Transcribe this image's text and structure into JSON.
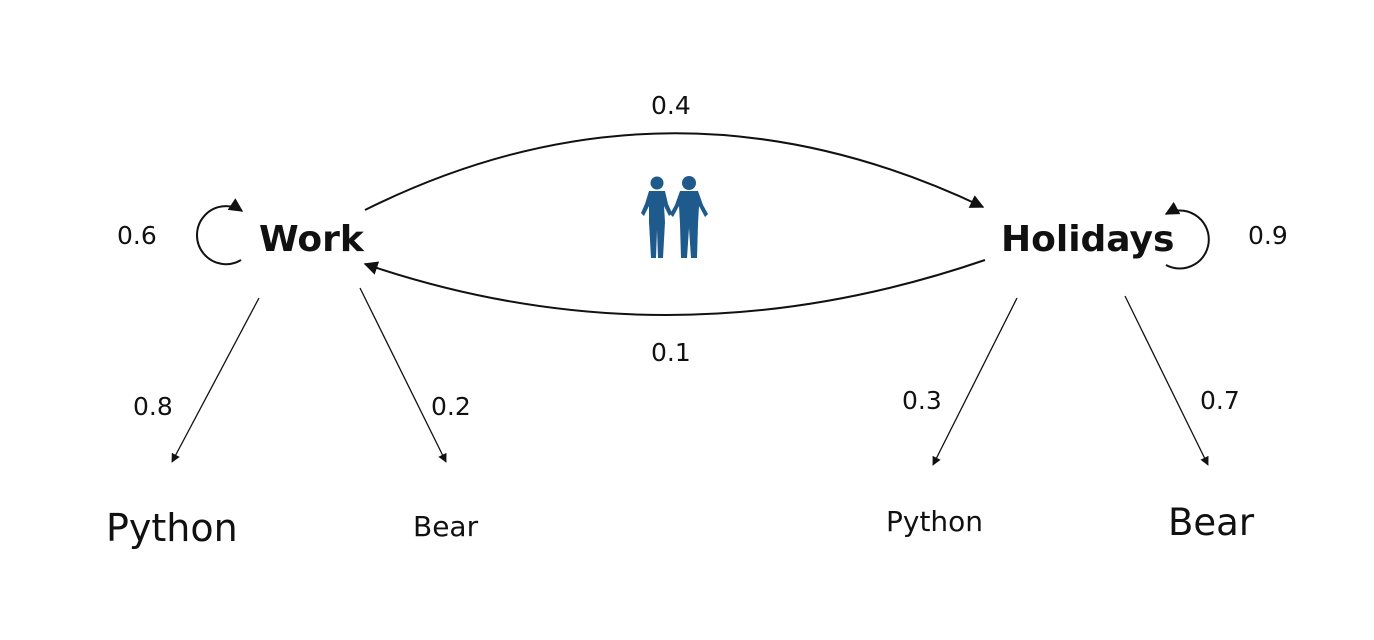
{
  "states": {
    "work": "Work",
    "holidays": "Holidays"
  },
  "transitions": {
    "work_to_holidays": "0.4",
    "holidays_to_work": "0.1",
    "work_to_work": "0.6",
    "holidays_to_holidays": "0.9"
  },
  "emissions": {
    "work_python": "0.8",
    "work_bear": "0.2",
    "holidays_python": "0.3",
    "holidays_bear": "0.7"
  },
  "observations": {
    "work_python": "Python",
    "work_bear": "Bear",
    "holidays_python": "Python",
    "holidays_bear": "Bear"
  },
  "icons": {
    "people": "people-silhouette-icon"
  },
  "colors": {
    "ink": "#111111",
    "people": "#1f5a8c"
  }
}
